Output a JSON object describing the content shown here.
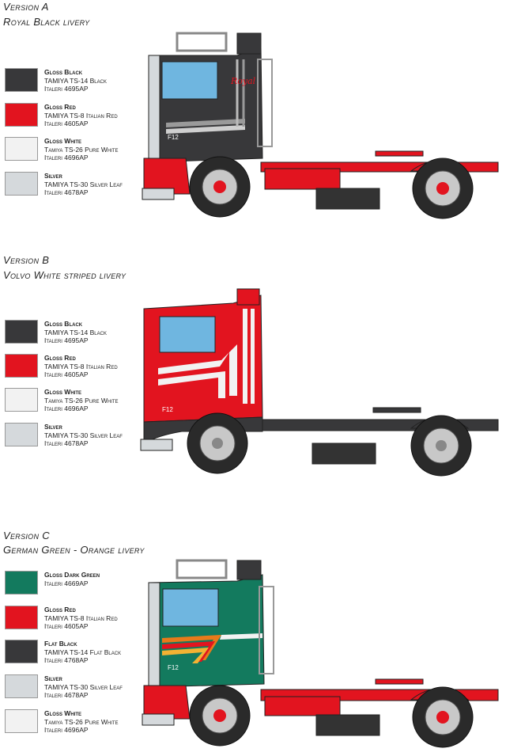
{
  "colors": {
    "black": "#38383a",
    "red": "#e2141f",
    "white": "#f2f2f2",
    "silver": "#d5d9dc",
    "green": "#137a5e"
  },
  "versions": [
    {
      "title": "Version A",
      "subtitle": "Royal Black livery",
      "swatches": [
        {
          "color": "#38383a",
          "name": "Gloss Black",
          "line1": "TAMIYA TS-14 Black",
          "line2": "Italeri 4695AP"
        },
        {
          "color": "#e2141f",
          "name": "Gloss Red",
          "line1": "TAMIYA TS-8 Italian Red",
          "line2": "Italeri 4605AP"
        },
        {
          "color": "#f2f2f2",
          "name": "Gloss White",
          "line1": "Tamiya TS-26 Pure White",
          "line2": "Italeri 4696AP"
        },
        {
          "color": "#d5d9dc",
          "name": "Silver",
          "line1": "TAMIYA TS-30 Silver Leaf",
          "line2": "Italeri 4678AP"
        }
      ],
      "cab_label": "F12",
      "cab_logo": "Royal"
    },
    {
      "title": "Version B",
      "subtitle": "Volvo White striped livery",
      "swatches": [
        {
          "color": "#38383a",
          "name": "Gloss Black",
          "line1": "TAMIYA TS-14 Black",
          "line2": "Italeri 4695AP"
        },
        {
          "color": "#e2141f",
          "name": "Gloss Red",
          "line1": "TAMIYA TS-8 Italian Red",
          "line2": "Italeri 4605AP"
        },
        {
          "color": "#f2f2f2",
          "name": "Gloss White",
          "line1": "Tamiya TS-26 Pure White",
          "line2": "Italeri 4696AP"
        },
        {
          "color": "#d5d9dc",
          "name": "Silver",
          "line1": "TAMIYA TS-30 Silver Leaf",
          "line2": "Italeri 4678AP"
        }
      ],
      "cab_label": "F12"
    },
    {
      "title": "Version C",
      "subtitle": "German Green - Orange livery",
      "swatches": [
        {
          "color": "#137a5e",
          "name": "Gloss Dark Green",
          "line1": "Italeri 4669AP",
          "line2": ""
        },
        {
          "color": "#e2141f",
          "name": "Gloss Red",
          "line1": "TAMIYA TS-8 Italian Red",
          "line2": "Italeri 4605AP"
        },
        {
          "color": "#38383a",
          "name": "Flat Black",
          "line1": "TAMIYA TS-14 Flat Black",
          "line2": "Italeri 4768AP"
        },
        {
          "color": "#d5d9dc",
          "name": "Silver",
          "line1": "TAMIYA TS-30 Silver Leaf",
          "line2": "Italeri 4678AP"
        },
        {
          "color": "#f2f2f2",
          "name": "Gloss White",
          "line1": "Tamiya TS-26 Pure White",
          "line2": "Italeri 4696AP"
        }
      ],
      "cab_label": "F12"
    }
  ]
}
